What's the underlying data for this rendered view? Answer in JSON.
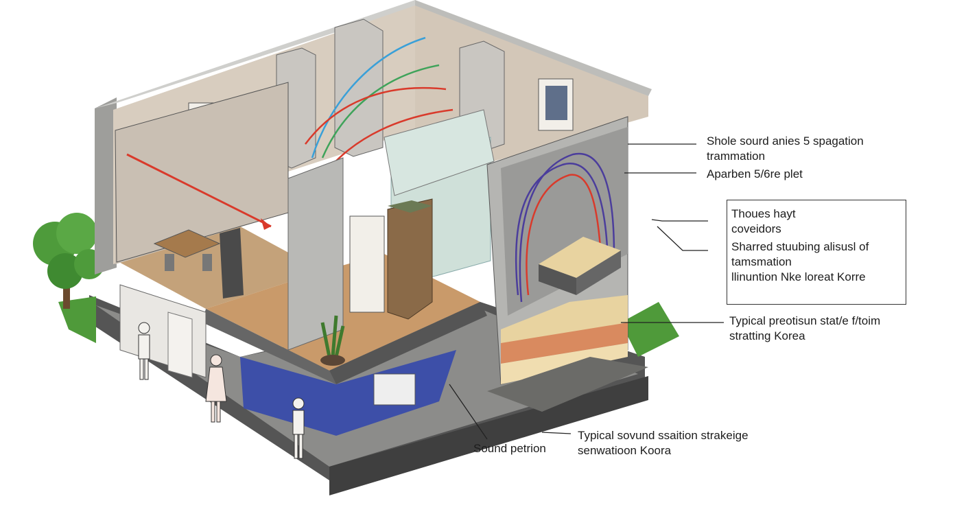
{
  "labels": {
    "sound_paths": "Shole sourd anies 5 spagation\ntrammation",
    "floor_plate": "Aparben 5/6re plet",
    "box_line1": "Thoues hayt\ncoveidors",
    "box_line2": "Sharred stuubing alisusl of\ntamsmation",
    "box_line3": "llinuntion Nke loreat Korre",
    "typical_floor": "Typical preotisun stat/e f/toim\nstratting Korea",
    "sound_petrion": "Sound petrion",
    "typical_sound": "Typical sovund ssaition strakeige\nsenwatioon Koora"
  },
  "colors": {
    "wall_gray": "#b9b9b6",
    "wall_dark": "#8f8f8c",
    "room_beige": "#d8cdbf",
    "floor_tan": "#caa77f",
    "tile_green": "#cfe0d9",
    "water_blue": "#3d4fa8",
    "grass_green": "#4f9a3a",
    "sound_red": "#d93a2b",
    "sound_blue": "#3aa0d8",
    "sound_green": "#3fa35a",
    "sound_purple": "#4b3d9c",
    "layer_sand": "#e8d3a0",
    "layer_clay": "#d98a5f"
  }
}
